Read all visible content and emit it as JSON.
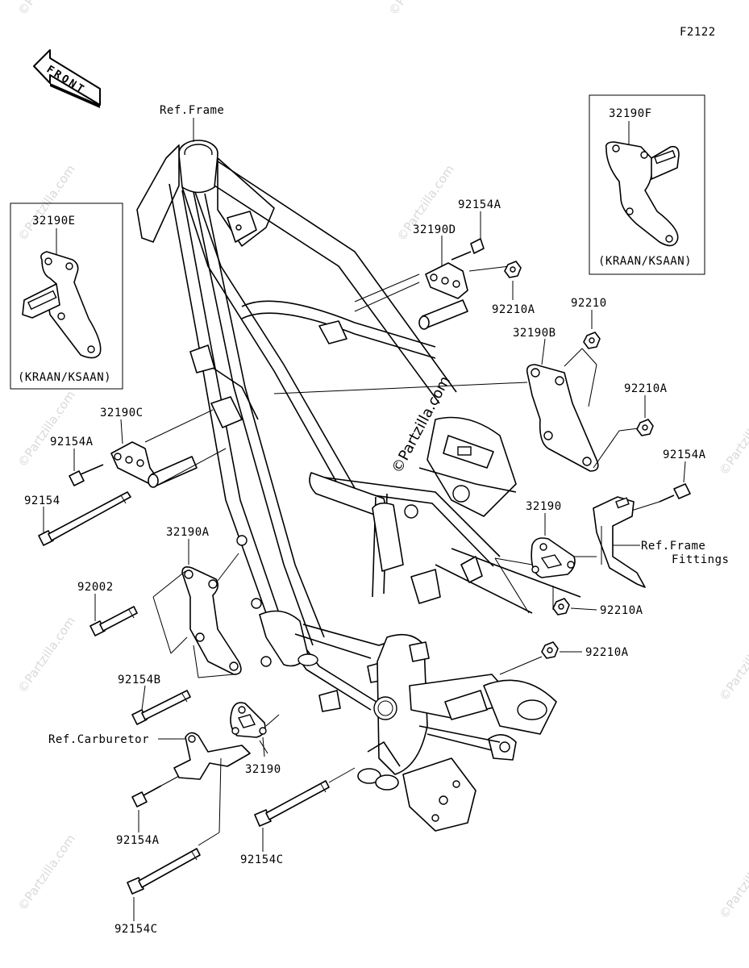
{
  "figure_code": "F2122",
  "front_arrow": {
    "label": "FRONT",
    "icon": "front-arrow-icon"
  },
  "watermark": "©Partzilla.com",
  "labels": {
    "ref_frame": "Ref.Frame",
    "ref_frame_fittings_1": "Ref.Frame",
    "ref_frame_fittings_2": "Fittings",
    "ref_carburetor": "Ref.Carburetor"
  },
  "insets": [
    {
      "part": "32190E",
      "variant": "(KRAAN/KSAAN)"
    },
    {
      "part": "32190F",
      "variant": "(KRAAN/KSAAN)"
    }
  ],
  "parts": {
    "p32190D": "32190D",
    "p92154A_top": "92154A",
    "p92210A_top": "92210A",
    "p92210": "92210",
    "p32190B": "32190B",
    "p92210A_right": "92210A",
    "p92154A_right": "92154A",
    "p32190C": "32190C",
    "p92154A_left": "92154A",
    "p92154": "92154",
    "p32190A": "32190A",
    "p92002": "92002",
    "p92154B": "92154B",
    "p32190_right": "32190",
    "p92210A_mid": "92210A",
    "p92210A_low": "92210A",
    "p32190_low": "32190",
    "p92154A_bottom": "92154A",
    "p92154C_mid": "92154C",
    "p92154C_bottom": "92154C"
  }
}
